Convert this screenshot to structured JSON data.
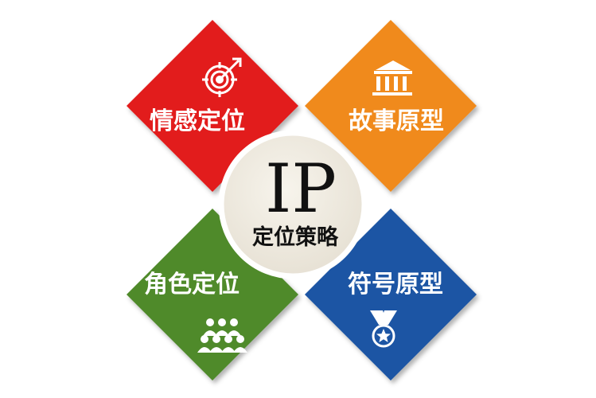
{
  "quadrants": {
    "top_left": {
      "label": "情感定位",
      "color": "#e21b1b",
      "icon": "target-icon"
    },
    "top_right": {
      "label": "故事原型",
      "color": "#f08a1c",
      "icon": "institution-building-icon"
    },
    "bottom_left": {
      "label": "角色定位",
      "color": "#4f8a2b",
      "icon": "people-group-icon"
    },
    "bottom_right": {
      "label": "符号原型",
      "color": "#1b55a4",
      "icon": "medal-star-icon"
    }
  },
  "center": {
    "title": "IP",
    "subtitle": "定位策略",
    "fill": "#f1ede4",
    "border": "#ffffff"
  }
}
